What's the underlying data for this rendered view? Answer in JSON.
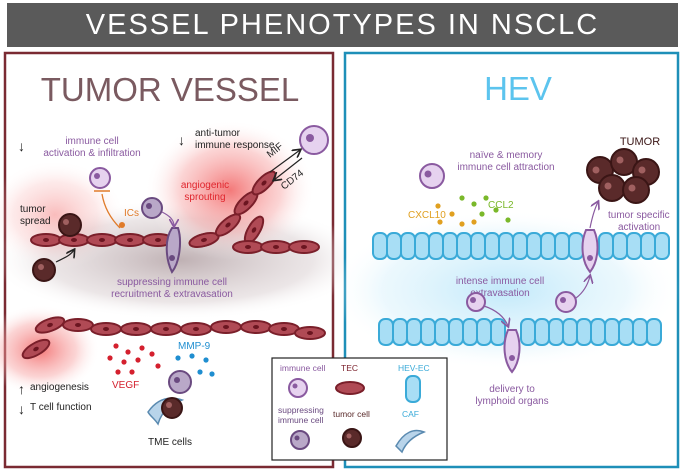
{
  "title": "VESSEL PHENOTYPES IN NSCLC",
  "tumor_panel": {
    "title": "TUMOR VESSEL",
    "labels": {
      "immune_activation": [
        "immune cell",
        "activation & infiltration"
      ],
      "anti_tumor": [
        "anti-tumor",
        "immune response"
      ],
      "mif": "MIF",
      "cd74": "CD74",
      "angiogenic_sprouting": [
        "angiogenic",
        "sprouting"
      ],
      "tumor_spread": [
        "tumor",
        "spread"
      ],
      "ics": "ICs",
      "suppressing_recruitment": [
        "suppressing immune cell",
        "recruitment & extravasation"
      ],
      "mmp9": "MMP-9",
      "vegf": "VEGF",
      "angiogenesis": "angiogenesis",
      "t_cell_function": "T cell function",
      "tme_cells": "TME cells"
    }
  },
  "hev_panel": {
    "title": "HEV",
    "labels": {
      "tumor": "TUMOR",
      "naive_memory": [
        "naïve & memory",
        "immune cell attraction"
      ],
      "ccl2": "CCL2",
      "cxcl10": "CXCL10",
      "tumor_specific": [
        "tumor specific",
        "activation"
      ],
      "intense_extravasation": [
        "intense immune cell",
        "extravasation"
      ],
      "delivery": [
        "delivery to",
        "lymphoid organs"
      ]
    }
  },
  "legend": {
    "immune_cell": "immune cell",
    "tec": "TEC",
    "hev_ec": "HEV-EC",
    "suppressing_immune_cell": [
      "suppressing",
      "immune cell"
    ],
    "tumor_cell": "tumor cell",
    "caf": "CAF"
  },
  "colors": {
    "banner": "#5a5a5a",
    "tumor_frame": "#7a2a32",
    "tumor_title": "#7a5a60",
    "hev_frame": "#1e8fb8",
    "hev_title": "#5cc4ee",
    "tec_fill": "#b04a55",
    "tec_stroke": "#7a1f2a",
    "hev_fill": "#a8def5",
    "hev_stroke": "#3aaad8",
    "immune_fill": "#e6d2ef",
    "immune_stroke": "#8a5aa0",
    "immune_text": "#8a5aa0",
    "tumor_cell": "#5a2a2a",
    "vegf": "#d4202e",
    "mmp9": "#1f8ed0",
    "angiogenic": "#e0262e",
    "ics": "#e07b2a",
    "ccl2": "#7ab82a",
    "cxcl10": "#e0a020"
  }
}
